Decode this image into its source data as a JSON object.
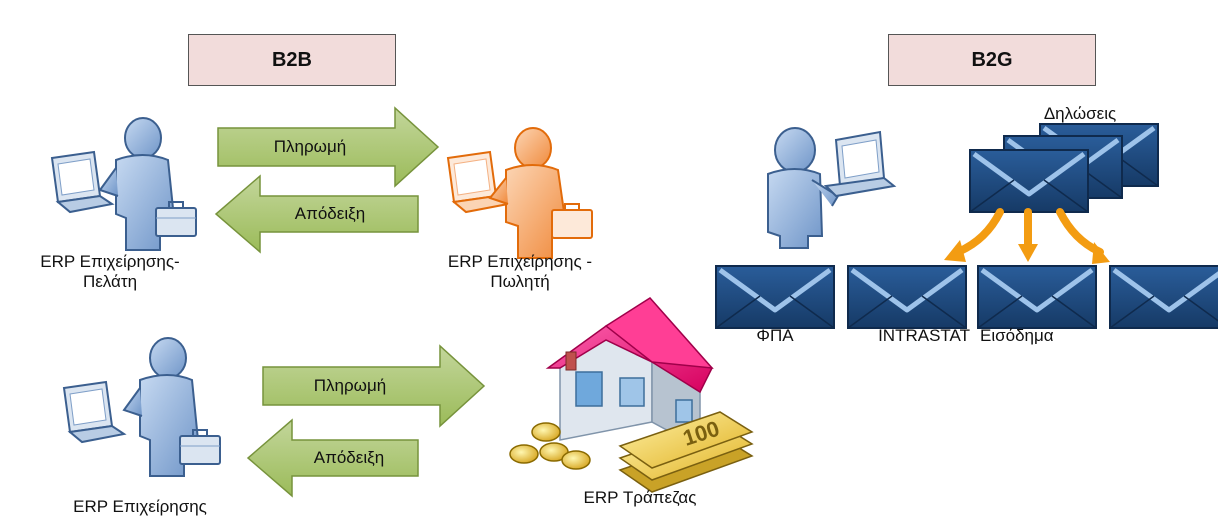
{
  "headers": {
    "b2b": "B2B",
    "b2g": "B2G"
  },
  "b2b": {
    "top": {
      "pay_label": "Πληρωμή",
      "receipt_label": "Απόδειξη",
      "client_label": "ERP Επιχείρησης-\nΠελάτη",
      "seller_label": "ERP Επιχείρησης -\nΠωλητή"
    },
    "bottom": {
      "pay_label": "Πληρωμή",
      "receipt_label": "Απόδειξη",
      "business_label": "ERP Επιχείρησης",
      "bank_label": "ERP Τράπεζας",
      "bill_value": "100"
    }
  },
  "b2g": {
    "declarations_label": "Δηλώσεις",
    "targets": [
      "ΦΠΑ",
      "INTRASTAT",
      "Εισόδημα",
      ""
    ]
  },
  "colors": {
    "header_fill": "#f2dcdb",
    "arrow_fill": "#9bbb59",
    "person_blue": "#8db3e2",
    "person_orange": "#f79646",
    "envelope_blue": "#1f497d",
    "flow_orange": "#f39c12"
  }
}
